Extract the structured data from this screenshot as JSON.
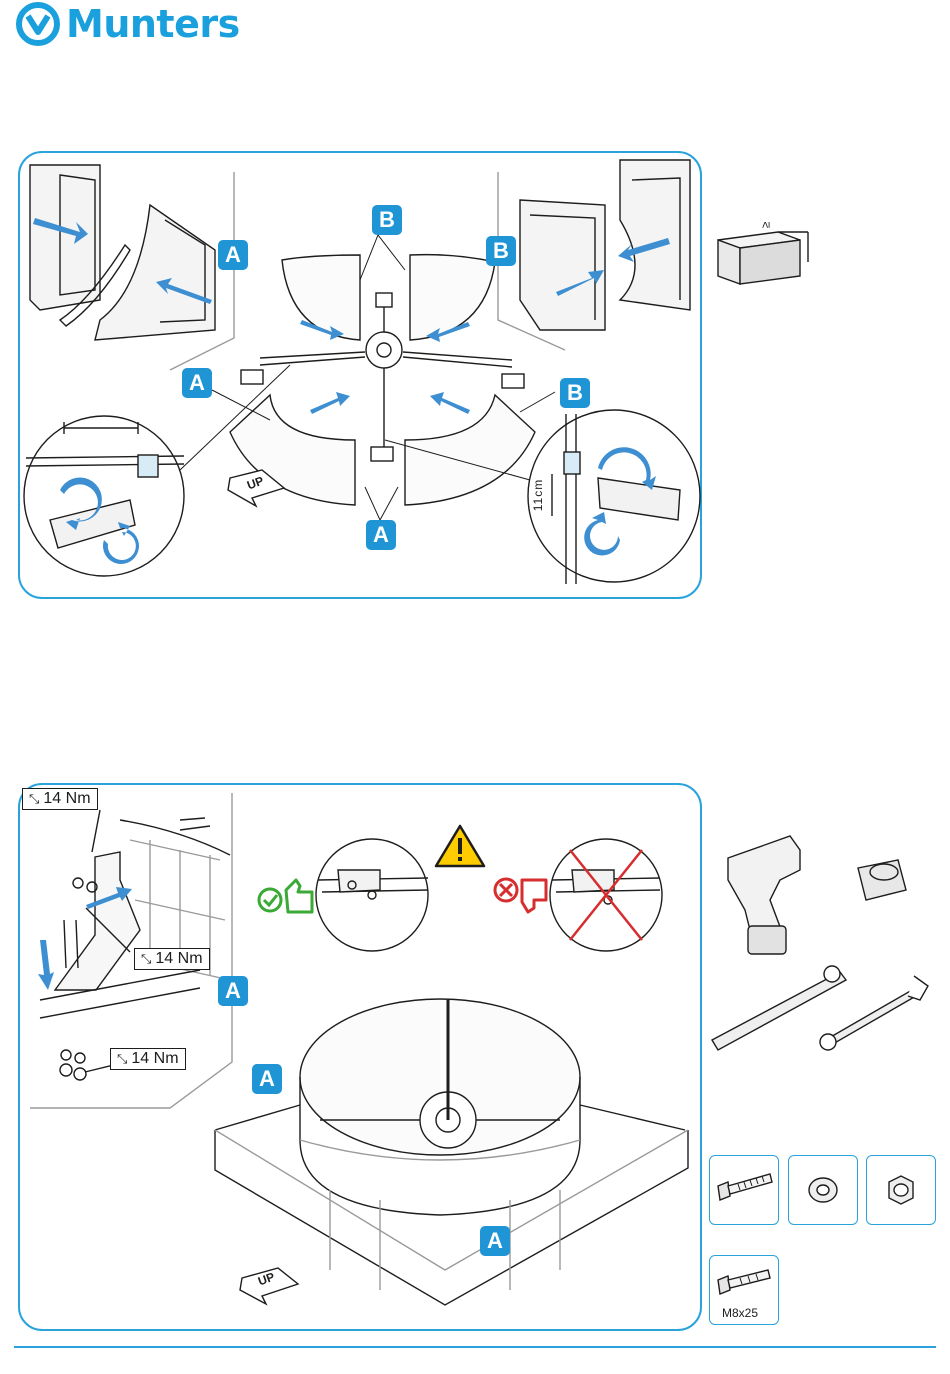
{
  "brand": {
    "name": "Munters",
    "color": "#1aa0dc"
  },
  "accent": "#2aa3dd",
  "panel1": {
    "labels": [
      "A",
      "B",
      "B",
      "A",
      "B",
      "A"
    ],
    "dimension": "11cm",
    "block_note": "≥",
    "up_label": "UP"
  },
  "panel2": {
    "torque_values": [
      "14 Nm",
      "14 Nm",
      "14 Nm"
    ],
    "labels": [
      "A",
      "A",
      "A"
    ],
    "up_label": "UP",
    "ok_color": "#3aa935",
    "bad_color": "#d62e2e",
    "warning_icon": "warning-triangle-icon"
  },
  "tools": {
    "icons": [
      "cordless-drill-icon",
      "socket-icon",
      "torque-wrench-icon",
      "combination-wrench-icon"
    ]
  },
  "parts": {
    "icons": [
      "bolt-icon",
      "washer-icon",
      "nut-icon",
      "bolt-icon"
    ],
    "bolt_size": "M8x25"
  }
}
